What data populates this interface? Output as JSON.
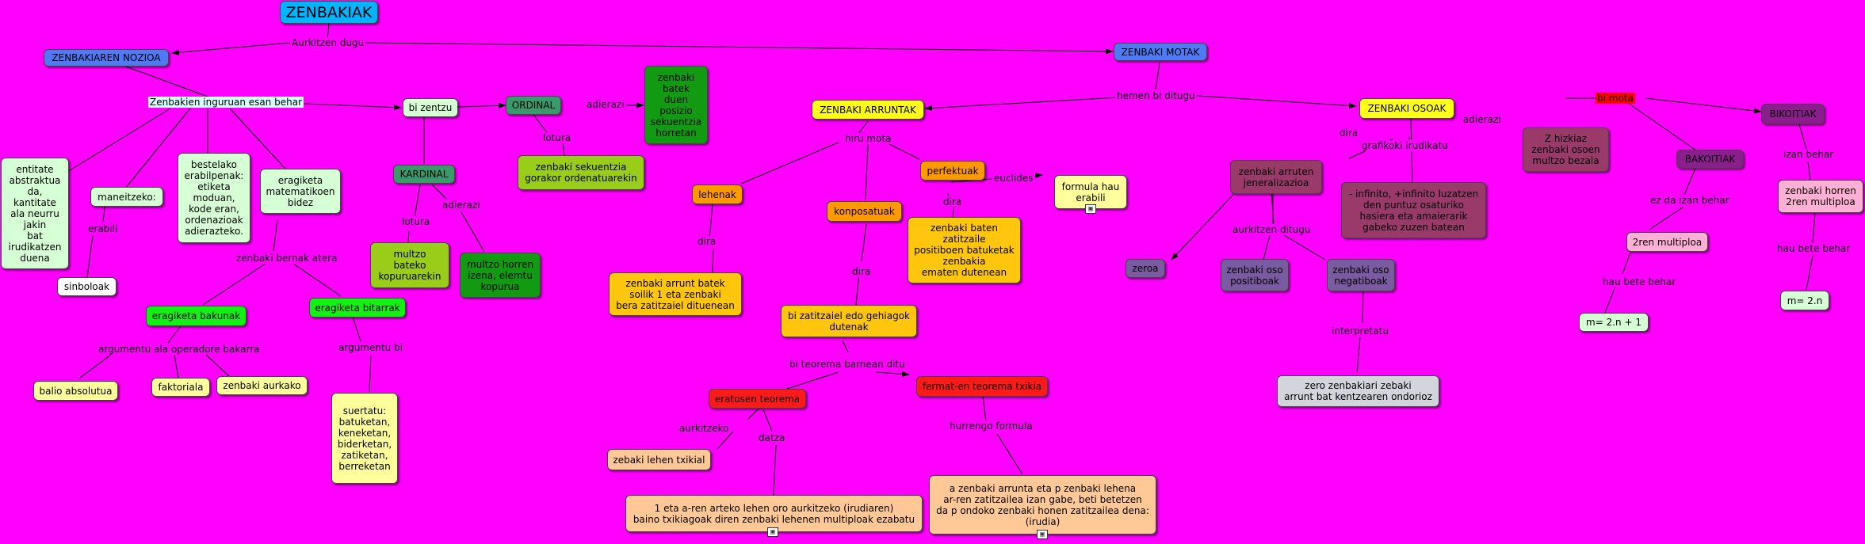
{
  "nodes": {
    "zenbakiak": "ZENBAKIAK",
    "zenbakiaren_nozioa": "ZENBAKIAREN NOZIOA",
    "zenbaki_motak": "ZENBAKI MOTAK",
    "bi_zentzu": "bi zentzu",
    "ordinal": "ORDINAL",
    "ordinal_desc": "zenbaki\nbatek\nduen\nposizio\nsekuentzia\nhorretan",
    "kardinal": "KARDINAL",
    "sekuentzia": "zenbaki sekuentzia\ngorakor ordenatuarekin",
    "multzo_bateko": "multzo\nbateko\nkopuruarekin",
    "multzo_horren": "multzo horren\nizena, elemtu\nkopurua",
    "entitate": "entitate\nabstraktua\nda,\nkantitate\nala neurru\njakin\nbat\nirudikatzen\nduena",
    "maneitzeko": "maneitzeko:",
    "sinboloak": "sinboloak",
    "bestelako": "bestelako\nerabilpenak:\netiketa\nmoduan,\nkode eran,\nordenazioak\nadierazteko.",
    "eragiketa_mat": "eragiketa\nmatematikoen\nbidez",
    "bakunak": "eragiketa bakunak",
    "bitarrak": "eragiketa bitarrak",
    "balio_absolutua": "balio absolutua",
    "faktoriala": "faktoriala",
    "aurkako": "zenbaki aurkako",
    "suertatu": "suertatu:\nbatuketan,\nkeneketan,\nbiderketan,\nzatiketan,\nberreketan",
    "arruntak": "ZENBAKI ARRUNTAK",
    "lehenak": "lehenak",
    "lehenak_desc": "zenbaki arrunt batek\nsoilik 1 eta zenbaki\nbera zatitzaiel dituenean",
    "konposatuak": "konposatuak",
    "bi_zatitzaile": "bi zatitzaiel edo gehiagok\ndutenak",
    "perfektuak": "perfektuak",
    "perfektuak_desc": "zenbaki baten\nzatitzaile\npositiboen batuketak\nzenbakia\nematen dutenean",
    "formula": "formula hau\nerabili",
    "eratosten": "eratosen teorema",
    "fermat": "fermat-en teorema txikia",
    "lehen_txikia": "zebaki lehen txikial",
    "eratosten_desc": "1 eta a-ren arteko  lehen oro aurkitzeko (irudiaren)\nbaino txikiagoak diren zenbaki lehenen multiploak ezabatu",
    "fermat_desc": "a zenbaki arrunta eta p zenbaki lehena\nar-ren zatitzailea izan gabe, beti betetzen\nda p ondoko zenbaki honen zatitzailea dena:\n(irudia)",
    "osoak": "ZENBAKI OSOAK",
    "arruntak_gen": "zenbaki arruten\njeneralizazioa",
    "infinito": "- infinito, +infinito luzatzen\nden puntuz osaturiko\nhasiera eta amaierarik\ngabeko zuzen batean",
    "z_hizkiaz": "Z hizkiaz\nzenbaki osoen\nmultzo bezala",
    "zeroa": "zeroa",
    "positiboak": "zenbaki oso\npositiboak",
    "negatiboak": "zenbaki oso\nnegatiboak",
    "zero_desc": "zero zenbakiari zebaki\narrunt bat kentzearen ondorioz",
    "bakoitiak": "BAKOITIAK",
    "bikoitiak": "BIKOITIAK",
    "bi_multiploa": "2ren multiploa",
    "m_2n1": "m= 2.n + 1",
    "horren_multiploa": "zenbaki horren\n2ren multiploa",
    "m_2n": "m= 2.n"
  },
  "labels": {
    "aurkitzen_dugu": "Aurkitzen dugu",
    "inguruan": "Zenbakien inguruan esan behar",
    "adierazi_ord": "adierazi",
    "lotura_ord": "lotura",
    "lotura_kard": "lotura",
    "adierazi_kard": "adierazi",
    "erabili": "erabili",
    "zenbaki_bernak": "zenbaki bernak atera",
    "argumentu_bakarra": "argumentu ala operadore bakarra",
    "argumentu_bi": "argumentu bi",
    "hemen_bi": "hemen bi ditugu",
    "hiru_mota": "hiru mota",
    "dira_lehenak": "dira",
    "dira_perfektuak": "dira",
    "euclides": "euclides",
    "dira_konposatuak": "dira",
    "bi_teorema": "bi teorema barnean ditu",
    "aurkitzeko": "aurkitzeko",
    "datza": "datza",
    "hurrengo": "hurrengo formula",
    "dira_osoak": "dira",
    "grafikoki": "grafikoki irudikatu",
    "adierazi_osoak": "adierazi",
    "aurkitzen_ditugu": "aurkitzen ditugu",
    "interpretatu": "interpretatu",
    "bi_mota": "bi mota",
    "ez_da": "ez da izan behar",
    "hau_bete_1": "hau bete behar",
    "izan_behar": "izan behar",
    "hau_bete_2": "hau bete behar"
  },
  "colors": {
    "background": "#ff00ff",
    "title": "#00b4ff",
    "blue": "#4f79f5",
    "pale_green": "#d6ffd6",
    "dark_teal": "#3a9a6c",
    "dark_green": "#139a13",
    "olive": "#9acd1a",
    "bright_green": "#13f013",
    "pale_yellow": "#ffff9c",
    "yellow": "#ffff1a",
    "orange": "#ffc60d",
    "dark_orange": "#ff9900",
    "red": "#ff1a1a",
    "peach": "#ffc896",
    "plum": "#9a3a6a",
    "slate": "#7a5aa0",
    "purple": "#8a1e8c",
    "pink": "#ffb0d4",
    "light_gray": "#d4d4dc"
  }
}
